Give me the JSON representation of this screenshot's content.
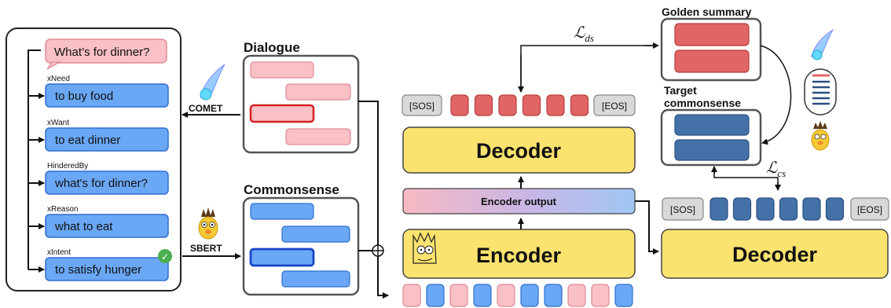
{
  "knowledge_panel": {
    "query": "What’s for dinner?",
    "relations": [
      {
        "relation": "xNeed",
        "text": "to buy food"
      },
      {
        "relation": "xWant",
        "text": "to eat dinner"
      },
      {
        "relation": "HinderedBy",
        "text": "what's for dinner?"
      },
      {
        "relation": "xReason",
        "text": "what to eat"
      },
      {
        "relation": "xIntent",
        "text": "to satisfy hunger"
      }
    ],
    "check_mark": "✓"
  },
  "labels": {
    "comet": "COMET",
    "sbert": "SBERT",
    "dialogue": "Dialogue",
    "commonsense": "Commonsense",
    "golden_summary": "Golden summary",
    "target_commonsense_line1": "Target",
    "target_commonsense_line2": "commonsense",
    "sos": "[SOS]",
    "eos": "[EOS]",
    "decoder_main": "Decoder",
    "decoder_cs": "Decoder",
    "encoder": "Encoder",
    "encoder_output": "Encoder output",
    "loss_ds_main": "ℒ",
    "loss_ds_sub": "ds",
    "loss_cs_main": "ℒ",
    "loss_cs_sub": "cs",
    "concat_symbol": "⊕"
  },
  "sequences": {
    "decoder_top_tokens": 6,
    "decoder_bottom_tokens": 6,
    "input_tokens": [
      "pink",
      "blue",
      "pink",
      "blue",
      "pink",
      "blue",
      "blue",
      "pink",
      "pink",
      "blue"
    ]
  },
  "colors": {
    "pink": "#f9c0c6",
    "pink_border": "#e08a94",
    "red": "#e06666",
    "red_border": "#b83c3c",
    "blue": "#6aa7f4",
    "blue_border": "#2f6fd0",
    "navy": "#4471a8",
    "navy_border": "#2a4f80",
    "yellow": "#fce36f",
    "gray": "#d9d9d9"
  }
}
